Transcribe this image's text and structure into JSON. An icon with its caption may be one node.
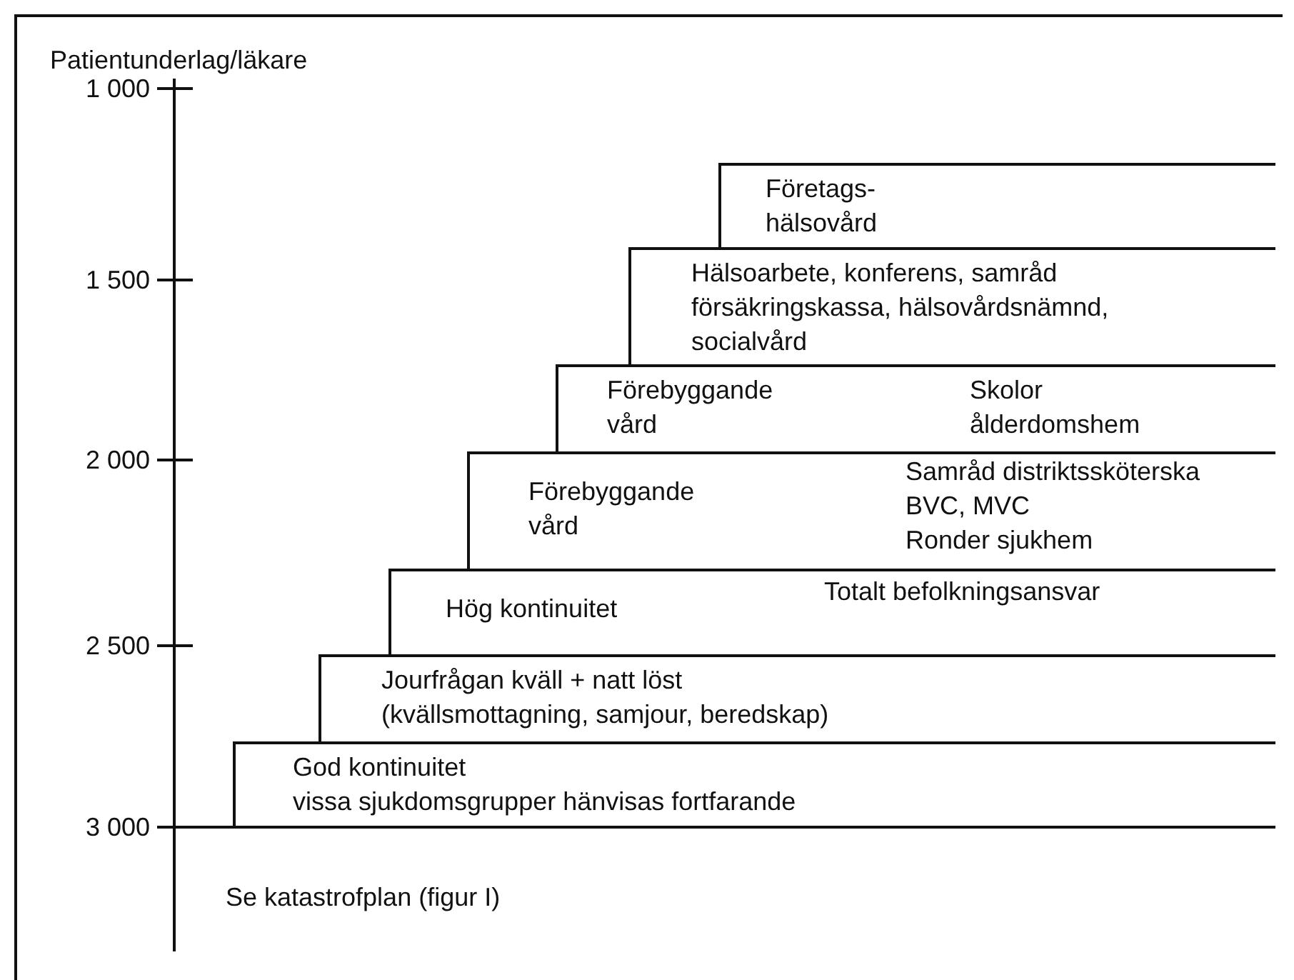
{
  "diagram": {
    "nodes": [
      {
        "text": [
          "Företags- hälsovård"
        ]
      },
      {
        "text": [
          "Hälsoarbete, konferens, samråd försäkringskassa, hälsovårdsnämnd, socialvård"
        ]
      },
      {
        "text": [
          "Förebyggande vård",
          "Skolor",
          "ålderdomshem"
        ]
      },
      {
        "text": [
          "Förebyggande vård",
          "Samråd distriktssköterska",
          "BVC, MVC",
          "Ronder sjukhem"
        ]
      },
      {
        "text": [
          "Hög kontinuitet",
          "Totalt befolkningsansvar"
        ]
      },
      {
        "text": [
          "Jourfrågan kväll + natt löst",
          "(kvällsmottagning, samjour, beredskap)"
        ]
      },
      {
        "text": [
          "God kontinuitet",
          "vissa sjukdomsgrupper hänvisas fortfarande"
        ]
      }
    ],
    "labels": [
      "Patientunderlag/läkare",
      "1 000",
      "1 500",
      "2 000",
      "2 500",
      "3 000",
      "Se katastrofplan (figur I)"
    ]
  }
}
